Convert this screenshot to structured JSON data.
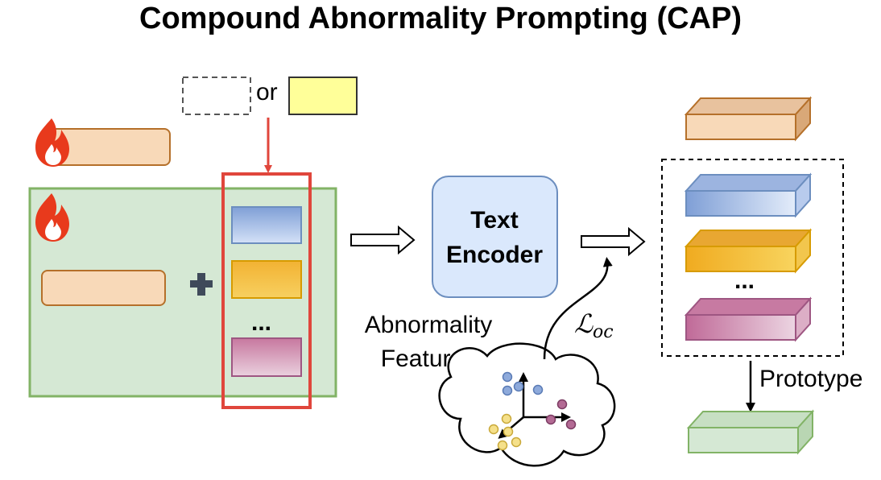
{
  "title": "Compound Abnormality Prompting (CAP)",
  "choice_connector": "or",
  "ellipsis": "...",
  "encoder": {
    "line1": "Text",
    "line2": "Encoder"
  },
  "features": {
    "line1": "Abnormality",
    "line2": "Features"
  },
  "loss": {
    "symbol": "ℒ",
    "subscript": "oc"
  },
  "prototype_label": "Prototype",
  "icons": [
    "fire-icon",
    "plus-icon"
  ],
  "colors": {
    "learnable_token": "#f8d9b8",
    "learnable_token_border": "#b5702a",
    "group_fill": "#d5e8d4",
    "group_border": "#82b366",
    "highlight_border": "#e0463c",
    "blue_token": "#8ea9db",
    "orange_token": "#f0b020",
    "pink_token": "#cc80a8",
    "yellow_option": "#ffff99",
    "encoder_fill": "#dae8fc",
    "encoder_border": "#6c8ebf",
    "prototype_fill": "#d5e8d4",
    "prototype_border": "#82b366"
  }
}
